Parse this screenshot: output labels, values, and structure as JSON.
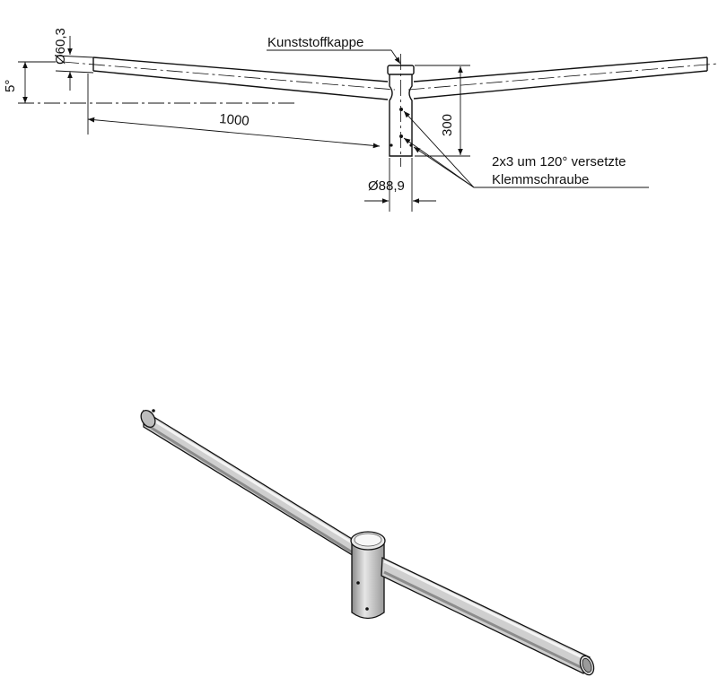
{
  "technical_drawing": {
    "labels": {
      "cap": "Kunststoffkappe",
      "arm_diameter": "Ø60,3",
      "angle": "5°",
      "arm_length": "1000",
      "sleeve_height": "300",
      "screws_line1": "2x3 um 120° versetzte",
      "screws_line2": "Klemmschraube",
      "sleeve_diameter": "Ø88,9"
    }
  },
  "colors": {
    "line": "#111111",
    "pipe_fill": "#d4d4d4",
    "pipe_shadow": "#8a8a8a"
  }
}
